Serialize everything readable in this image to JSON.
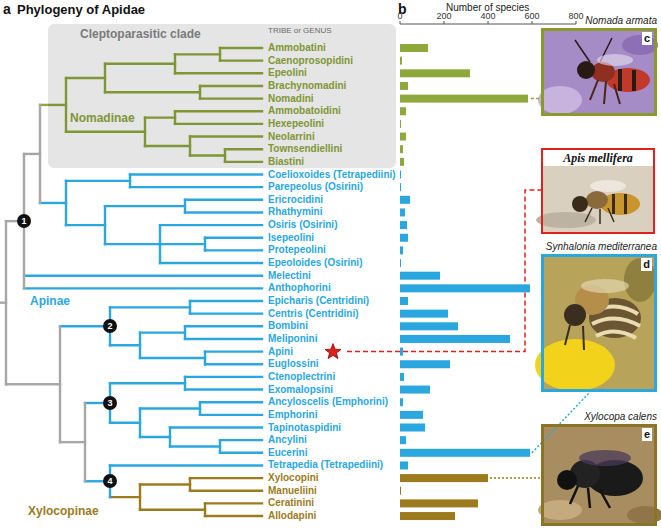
{
  "diagram": {
    "title": "Phylogeny of Apidae",
    "nodes": [
      {
        "text": [
          "Cleptoparasitic clade"
        ]
      },
      {
        "text": [
          "1"
        ]
      },
      {
        "text": [
          "2"
        ]
      },
      {
        "text": [
          "3"
        ]
      },
      {
        "text": [
          "4"
        ]
      },
      {
        "text": [
          "Nomada armata",
          "c"
        ]
      },
      {
        "text": [
          "Apis mellifera"
        ]
      },
      {
        "text": [
          "Synhalonia mediterranea",
          "d"
        ]
      },
      {
        "text": [
          "Xylocopa calens",
          "e"
        ]
      }
    ],
    "labels": [
      "a",
      "b",
      "TRIBE or GENUS",
      "Number of species",
      "0",
      "200",
      "400",
      "600",
      "800",
      "Nomadinae",
      "Apinae",
      "Xylocopinae",
      "Ammobatini",
      "Caenoprosopidini",
      "Epeolini",
      "Brachynomadini",
      "Nomadini",
      "Ammobatoidini",
      "Hexepeolini",
      "Neolarrini",
      "Townsendiellini",
      "Biastini",
      "Coelioxoides (Tetrapediini)",
      "Parepeolus (Osirini)",
      "Ericrocidini",
      "Rhathymini",
      "Osiris (Osirini)",
      "Isepeolini",
      "Protepeolini",
      "Epeoloides (Osirini)",
      "Melectini",
      "Anthophorini",
      "Epicharis (Centridini)",
      "Centris (Centridini)",
      "Bombini",
      "Meliponini",
      "Apini",
      "Euglossini",
      "Ctenoplectrini",
      "Exomalopsini",
      "Ancyloscelis (Emphorini)",
      "Emphorini",
      "Tapinotaspidini",
      "Ancylini",
      "Eucerini",
      "Tetrapedia (Tetrapediini)",
      "Xylocopini",
      "Manueliini",
      "Ceratinini",
      "Allodapini"
    ]
  }
}
